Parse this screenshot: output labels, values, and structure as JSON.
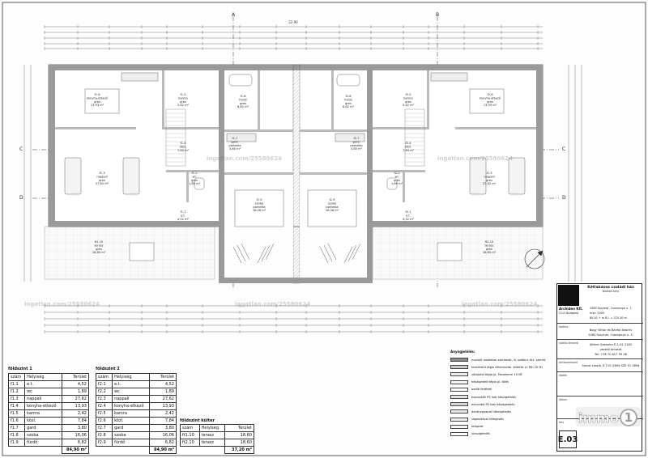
{
  "plan": {
    "room_labels": [
      {
        "id": "f1_6",
        "lines": [
          "f1.6",
          "konyha-étkező",
          "gres",
          "13,93 m²"
        ]
      },
      {
        "id": "f1_5",
        "lines": [
          "f1.5",
          "kamra",
          "gres",
          "2,42 m²"
        ]
      },
      {
        "id": "f1_8",
        "lines": [
          "f1.8",
          "fürdő",
          "gres",
          "6,82 m²"
        ]
      },
      {
        "id": "f1_7",
        "lines": [
          "f1.7",
          "gard.",
          "parketta",
          "3,80 m²"
        ]
      },
      {
        "id": "f1_4",
        "lines": [
          "f1.4",
          "közl.",
          "",
          "7,84 m²"
        ]
      },
      {
        "id": "f1_3",
        "lines": [
          "f1.3",
          "nappali",
          "gres",
          "27,62 m²"
        ]
      },
      {
        "id": "f1_2",
        "lines": [
          "f1.2",
          "wc",
          "gres",
          "1,89 m²"
        ]
      },
      {
        "id": "f1_1",
        "lines": [
          "f1.1",
          "e.t.",
          "",
          "4,52 m²"
        ]
      },
      {
        "id": "f1_9",
        "lines": [
          "f1.9",
          "szoba",
          "parketta",
          "16,06 m²"
        ]
      },
      {
        "id": "ft1",
        "lines": [
          "ft1.10",
          "terasz",
          "gres",
          "18,60 m²"
        ]
      },
      {
        "id": "f2_6",
        "lines": [
          "f2.6",
          "konyha-étkező",
          "gres",
          "13,93 m²"
        ]
      },
      {
        "id": "f2_5",
        "lines": [
          "f2.5",
          "kamra",
          "gres",
          "2,42 m²"
        ]
      },
      {
        "id": "f2_8",
        "lines": [
          "f2.8",
          "fürdő",
          "gres",
          "6,82 m²"
        ]
      },
      {
        "id": "f2_7",
        "lines": [
          "f2.7",
          "gard.",
          "parketta",
          "3,80 m²"
        ]
      },
      {
        "id": "f2_4",
        "lines": [
          "f2.4",
          "közl.",
          "",
          "7,84 m²"
        ]
      },
      {
        "id": "f2_3",
        "lines": [
          "f2.3",
          "nappali",
          "gres",
          "27,62 m²"
        ]
      },
      {
        "id": "f2_2",
        "lines": [
          "f2.2",
          "wc",
          "gres",
          "1,89 m²"
        ]
      },
      {
        "id": "f2_1",
        "lines": [
          "f2.1",
          "e.t.",
          "",
          "4,52 m²"
        ]
      },
      {
        "id": "f2_9",
        "lines": [
          "f2.9",
          "szoba",
          "parketta",
          "16,06 m²"
        ]
      },
      {
        "id": "ft2",
        "lines": [
          "ft2.10",
          "terasz",
          "gres",
          "18,60 m²"
        ]
      }
    ],
    "section_marks": [
      "A",
      "B",
      "C",
      "D"
    ],
    "overall_dim": "22,90"
  },
  "table1": {
    "caption": "földszint 1",
    "headers": [
      "szám",
      "Helyiség",
      "Terület"
    ],
    "rows": [
      [
        "f1.1",
        "e.t.",
        "4,52"
      ],
      [
        "f1.2",
        "wc",
        "1,89"
      ],
      [
        "f1.3",
        "nappali",
        "27,62"
      ],
      [
        "f1.4",
        "konyha-étkező",
        "13,93"
      ],
      [
        "f1.5",
        "kamra",
        "2,42"
      ],
      [
        "f1.6",
        "közl.",
        "7,84"
      ],
      [
        "f1.7",
        "gard",
        "3,80"
      ],
      [
        "f1.8",
        "szoba",
        "16,06"
      ],
      [
        "f1.9",
        "fürdő",
        "6,82"
      ]
    ],
    "total": "84,90 m²"
  },
  "table2": {
    "caption": "földszint 2",
    "headers": [
      "szám",
      "Helyiség",
      "Terület"
    ],
    "rows": [
      [
        "f2.1",
        "e.t.",
        "4,52"
      ],
      [
        "f2.2",
        "wc",
        "1,89"
      ],
      [
        "f2.3",
        "nappali",
        "27,62"
      ],
      [
        "f2.4",
        "konyha-étkező",
        "13,93"
      ],
      [
        "f2.5",
        "kamra",
        "2,42"
      ],
      [
        "f2.6",
        "közl.",
        "7,84"
      ],
      [
        "f2.7",
        "gard",
        "3,80"
      ],
      [
        "f2.8",
        "szoba",
        "16,06"
      ],
      [
        "f2.9",
        "fürdő",
        "6,82"
      ]
    ],
    "total": "84,90 m²"
  },
  "table3": {
    "caption": "földszint külter",
    "headers": [
      "szám",
      "Helyiség",
      "Terület"
    ],
    "rows": [
      [
        "ft1.10",
        "terasz",
        "18,60"
      ],
      [
        "ft2.10",
        "terasz",
        "18,60"
      ]
    ],
    "total": "37,20 m²"
  },
  "legend": {
    "title": "Anyagjelölés:",
    "items": [
      {
        "label": "monolit vasbeton szerkezet, ill. szálbur. ért. szerint",
        "fill": "#8a8a8a"
      },
      {
        "label": "kisméretű tégla téhermetol. kitöltés (n Pth 25 M)",
        "fill": "#c9c9c9"
      },
      {
        "label": "válaszfal tégla pl. Porotherm 10 NF",
        "fill": "#ededed"
      },
      {
        "label": "hőszigetelő tégla pl. tölés",
        "fill": "#f6f6f6"
      },
      {
        "label": "padló fedések",
        "fill": "#fafafa"
      },
      {
        "label": "expandált PS hab hőszigetelés",
        "fill": "#e2e2e2"
      },
      {
        "label": "extrudált PS hab hőszigetelés",
        "fill": "#d4d4d4"
      },
      {
        "label": "ásványgyapot hőszigetelés",
        "fill": "#e8e8e8"
      },
      {
        "label": "ragasztóval rétegezés",
        "fill": "#f0f0f0"
      },
      {
        "label": "talapzat",
        "fill": "#f4f4f4"
      },
      {
        "label": "vízszigetelés",
        "fill": "#ffffff"
      }
    ]
  },
  "title_block": {
    "logo_title": "Kétlakásos családi ház",
    "logo_sub": "Kiviteli terv",
    "firm": "Archideo Kft.",
    "firm_addr": "2113 Budapest",
    "project_addr": "2083 Solymár, Cserepnye u. 1.",
    "hrsz": "hrsz: 2005",
    "area_note": "80,00 + m B.I. = 225,30 m",
    "designer_label": "építész",
    "designer": "Nagy Viktor és Banfai Beatrix",
    "designer_addr": "2083 Solymár, Cserepnye u. 3.",
    "structural_label": "statika tervező",
    "structural": "Jüttner Szabolcs É-1-01-1182",
    "structural_role": "vezető tervező",
    "structural_tel": "Tel: +36 70 617 59 06",
    "electric_label": "tartószerkezet",
    "electric": "Sárosi László, É-T-01 5694 SZÉ 01 5694",
    "scale_label": "lépték",
    "date_label": "dátum",
    "plan_label": "terv",
    "sheet_code": "E.03"
  },
  "brand": {
    "immo_text": "immo",
    "immo_circle": "1",
    "watermark": "ingatlan.com/25580624"
  },
  "colors": {
    "wall": "#9a9a9a",
    "wall_dark": "#555555",
    "line": "#444444"
  }
}
